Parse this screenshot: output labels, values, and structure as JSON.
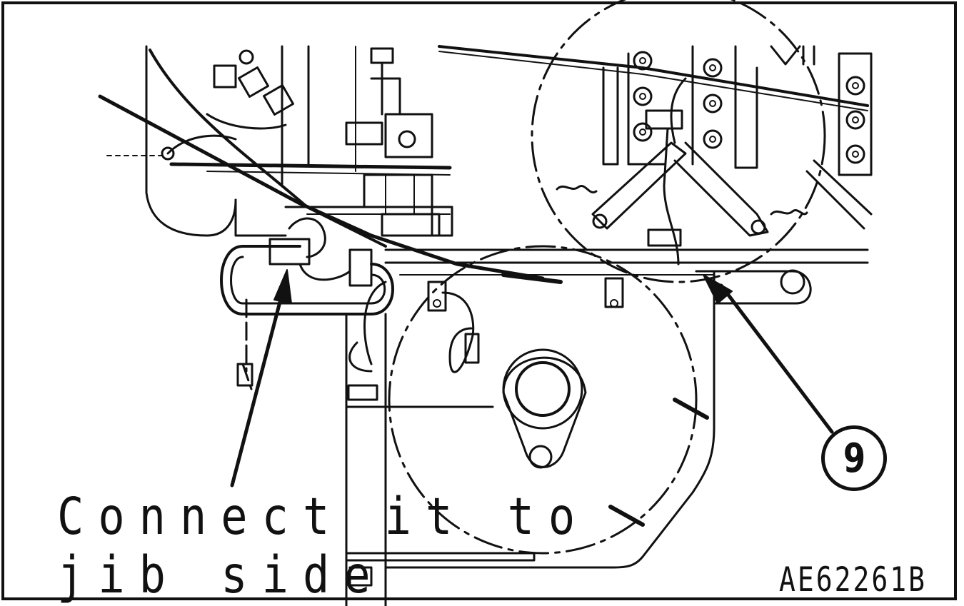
{
  "diagram": {
    "annotation_line1": "Connect it to",
    "annotation_line2": "jib side",
    "callout_number": "9",
    "figure_code": "AE62261B"
  }
}
